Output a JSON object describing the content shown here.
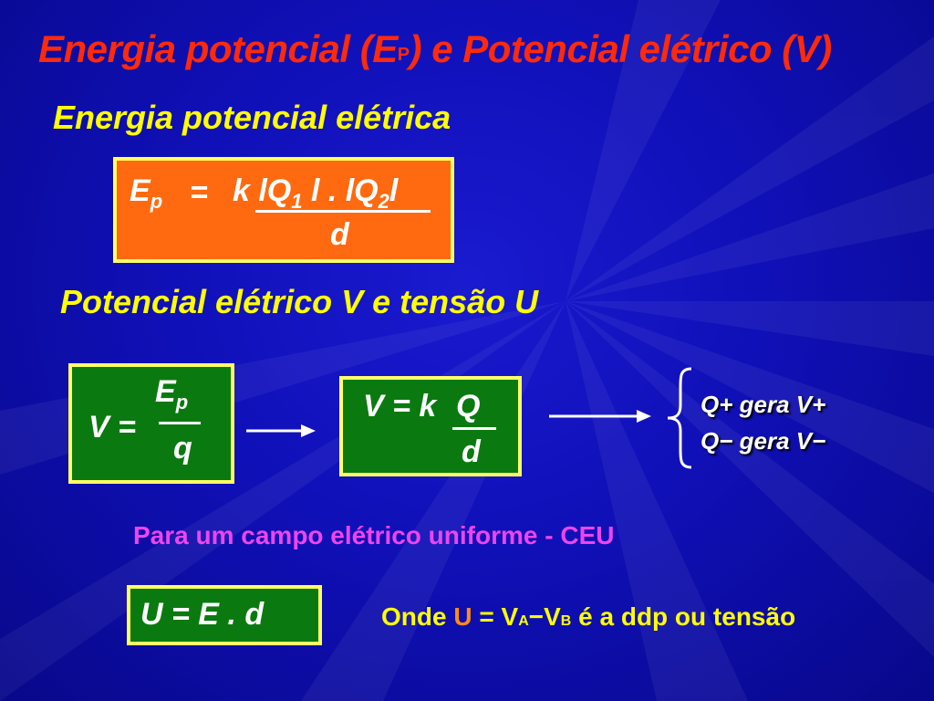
{
  "title": {
    "pre": "Energia potencial (E",
    "sub": "P",
    "post": ") e Potencial elétrico (V)"
  },
  "heading1": "Energia potencial elétrica",
  "formula1": {
    "lhs": "E",
    "lhs_sub": "p",
    "equals": "=",
    "num_pre": "k lQ",
    "num_sub1": "1",
    "num_mid": " l . lQ",
    "num_sub2": "2",
    "num_post": "l",
    "den": "d"
  },
  "heading2": "Potencial elétrico V e tensão U",
  "formula2": {
    "lhs": "V =",
    "num": "E",
    "num_sub": "p",
    "den": "q"
  },
  "formula3": {
    "lhs": "V = k",
    "num": "Q",
    "den": "d"
  },
  "brace": {
    "line1": "Q+ gera V+",
    "line2": "Q− gera V−"
  },
  "ceu_text": "Para um campo elétrico uniforme - CEU",
  "formula4": "U = E . d",
  "onde": {
    "pre": "Onde ",
    "u": "U",
    "eq": " = ",
    "va": "V",
    "va_sub": "A",
    "minus": "−",
    "vb": "V",
    "vb_sub": "B",
    "post": " é a ddp ou tensão"
  },
  "colors": {
    "background": "#1010b8",
    "title": "#ff2a0a",
    "heading": "#ffff00",
    "orange_box": "#ff6a10",
    "green_box": "#0a7a10",
    "box_border": "#ffff66",
    "magenta_text": "#ee44ee",
    "onde_text": "#ffff00",
    "onde_highlight": "#ff8a1a"
  },
  "icons": [
    "arrow-right-icon",
    "arrow-right-icon",
    "curly-brace-icon"
  ]
}
